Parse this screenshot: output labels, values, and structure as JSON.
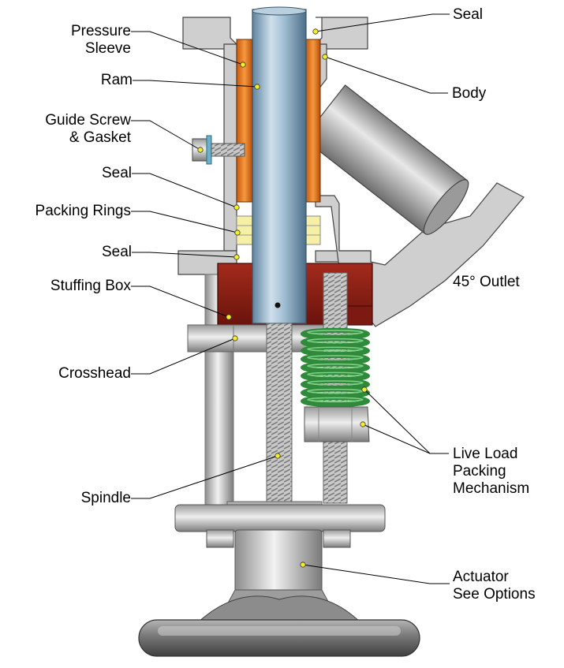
{
  "diagram": {
    "colors": {
      "steel": "#c8c8c8",
      "steel_dark": "#8a8a8a",
      "ram": "#8fb3cc",
      "sleeve": "#ee7a1e",
      "stuffing_box": "#8a1c12",
      "packing": "#f4eea0",
      "spring": "#2f8a3a",
      "leader": "#000000",
      "marker": "#f4ee2a"
    },
    "labels": {
      "seal_top": "Seal",
      "pressure_sleeve": [
        "Pressure",
        "Sleeve"
      ],
      "ram": "Ram",
      "body": "Body",
      "guide_screw": [
        "Guide Screw",
        "& Gasket"
      ],
      "seal_mid": "Seal",
      "packing_rings": "Packing Rings",
      "seal_low": "Seal",
      "stuffing_box": "Stuffing Box",
      "outlet": "45° Outlet",
      "crosshead": "Crosshead",
      "live_load": [
        "Live Load",
        "Packing",
        "Mechanism"
      ],
      "spindle": "Spindle",
      "actuator": [
        "Actuator",
        "See Options"
      ]
    }
  }
}
